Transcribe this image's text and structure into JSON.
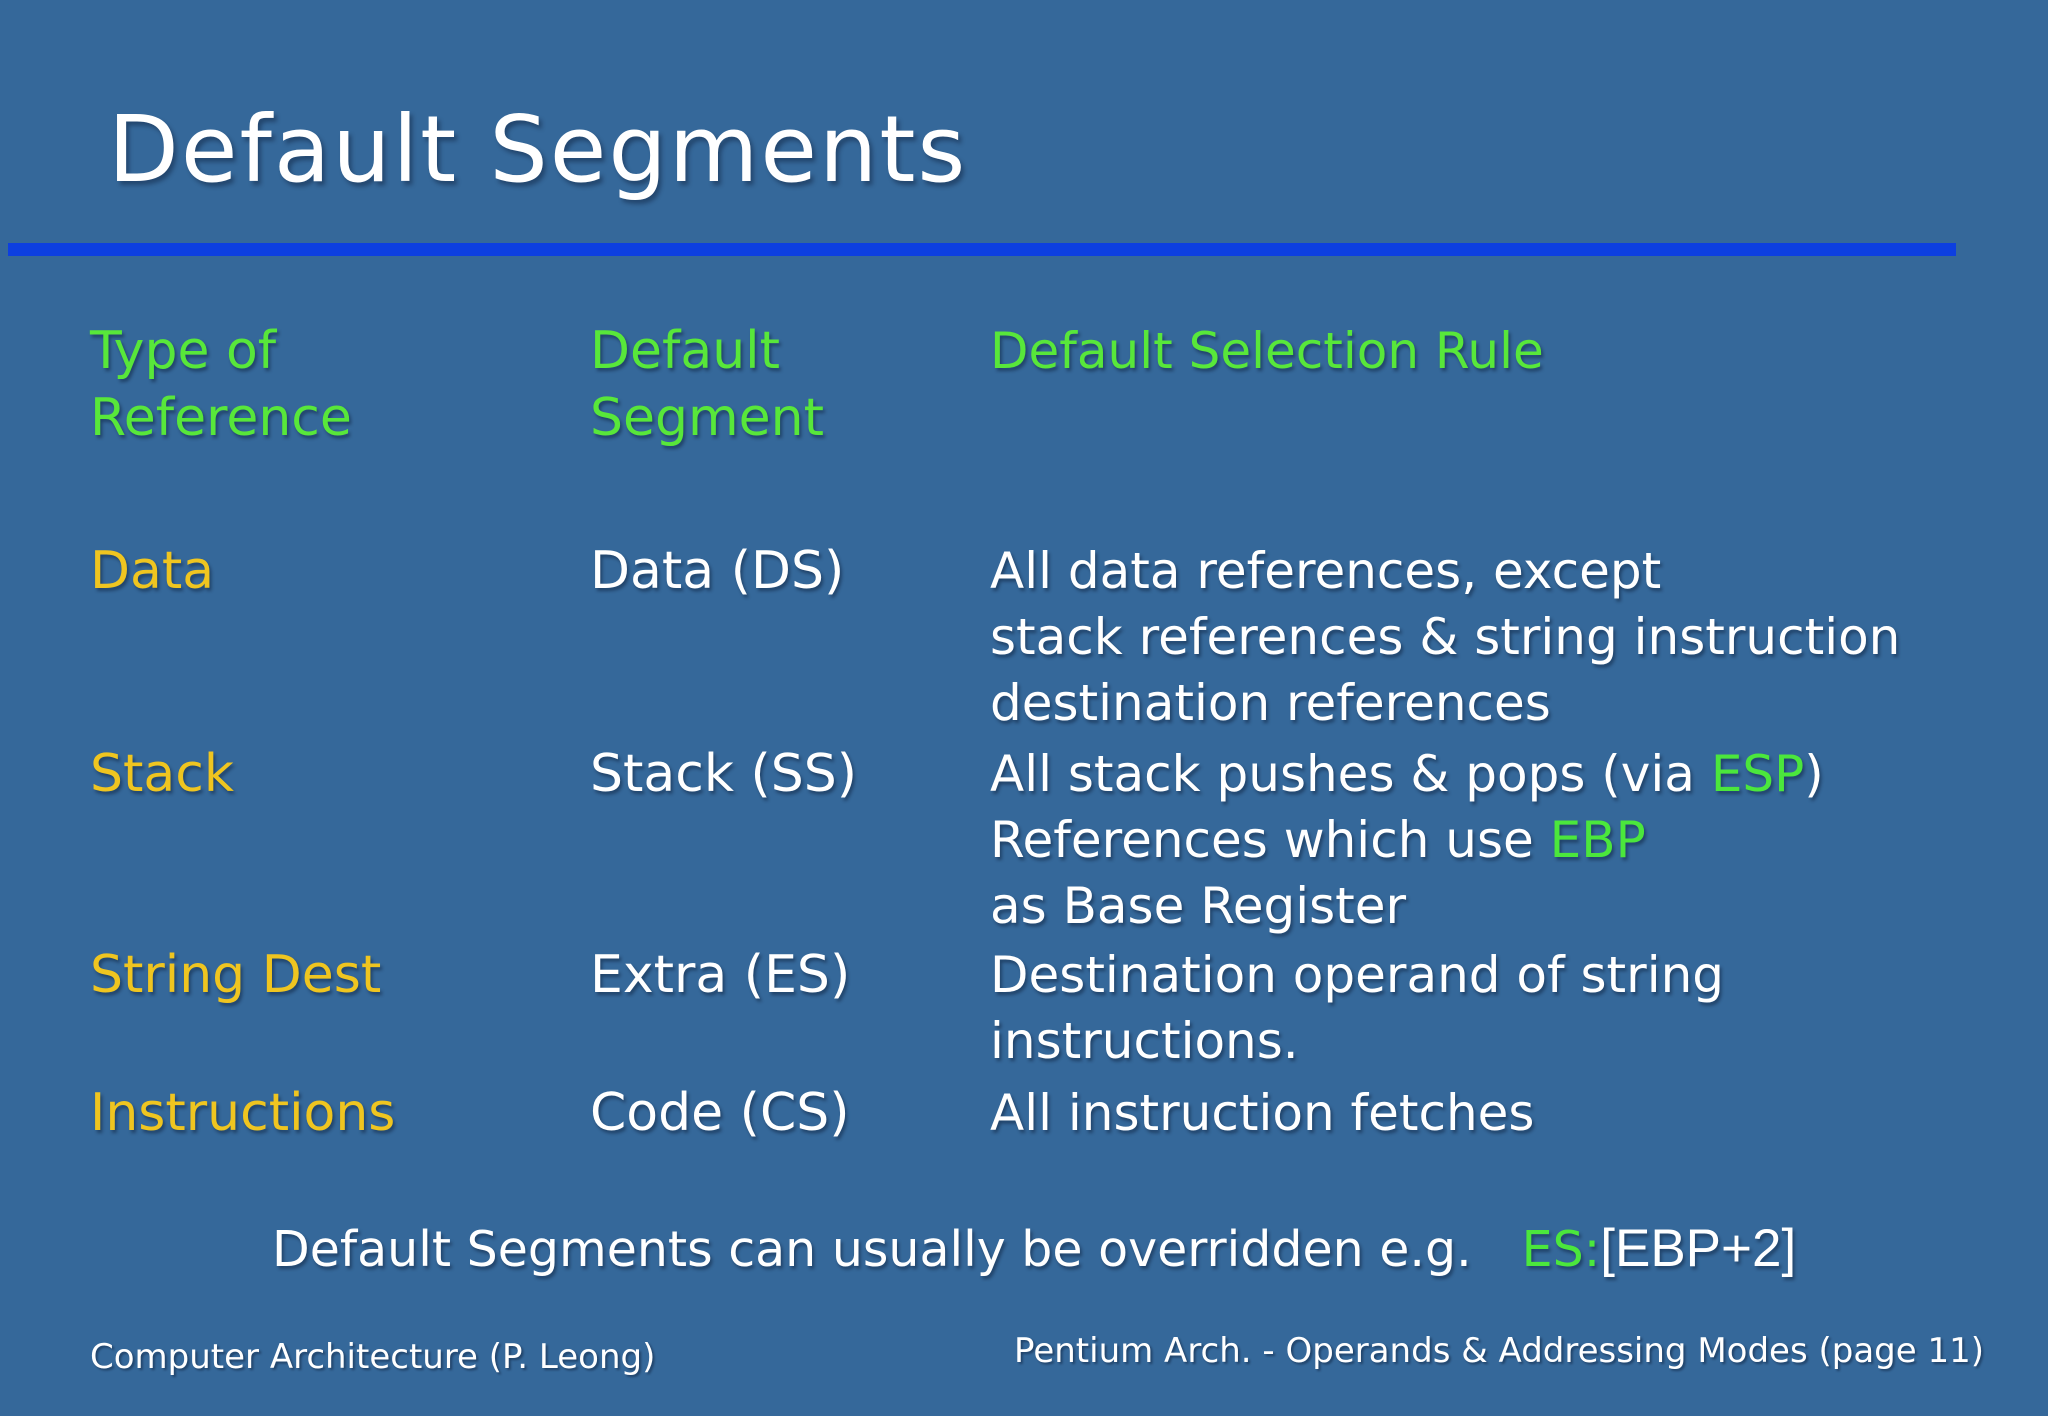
{
  "title": "Default Segments",
  "table": {
    "headers": [
      "Type of\nReference",
      "Default\nSegment",
      "Default Selection Rule"
    ],
    "rows": [
      {
        "type": "Data",
        "segment": "Data (DS)",
        "rule_lines": [
          [
            {
              "text": "All data references, except",
              "color": "white"
            }
          ],
          [
            {
              "text": "stack references & string instruction",
              "color": "white"
            }
          ],
          [
            {
              "text": "destination references",
              "color": "white"
            }
          ]
        ]
      },
      {
        "type": "Stack",
        "segment": "Stack (SS)",
        "rule_lines": [
          [
            {
              "text": "All stack pushes & pops (via ",
              "color": "white"
            },
            {
              "text": "ESP",
              "color": "green"
            },
            {
              "text": ")",
              "color": "white"
            }
          ],
          [
            {
              "text": "References which use ",
              "color": "white"
            },
            {
              "text": "EBP",
              "color": "green"
            }
          ],
          [
            {
              "text": "as Base Register",
              "color": "white"
            }
          ]
        ]
      },
      {
        "type": "String Dest",
        "segment": "Extra (ES)",
        "rule_lines": [
          [
            {
              "text": "Destination operand of string",
              "color": "white"
            }
          ],
          [
            {
              "text": "instructions.",
              "color": "white"
            }
          ]
        ]
      },
      {
        "type": "Instructions",
        "segment": "Code (CS)",
        "rule_lines": [
          [
            {
              "text": "All instruction fetches",
              "color": "white"
            }
          ]
        ]
      }
    ]
  },
  "note": {
    "prefix": "Default Segments can usually be overridden e.g.",
    "override_segment": "ES:",
    "override_operand": "[EBP+2]"
  },
  "footer": {
    "left": "Computer Architecture (P. Leong)",
    "right": "Pentium Arch. - Operands & Addressing Modes (page 11)"
  },
  "colors": {
    "background": "#35689A",
    "title_rule_blue": "#0D3FE0",
    "header_green": "#58E73A",
    "register_green": "#4BE73C",
    "label_yellow": "#EFC520",
    "body_white": "#FFFFFF"
  }
}
